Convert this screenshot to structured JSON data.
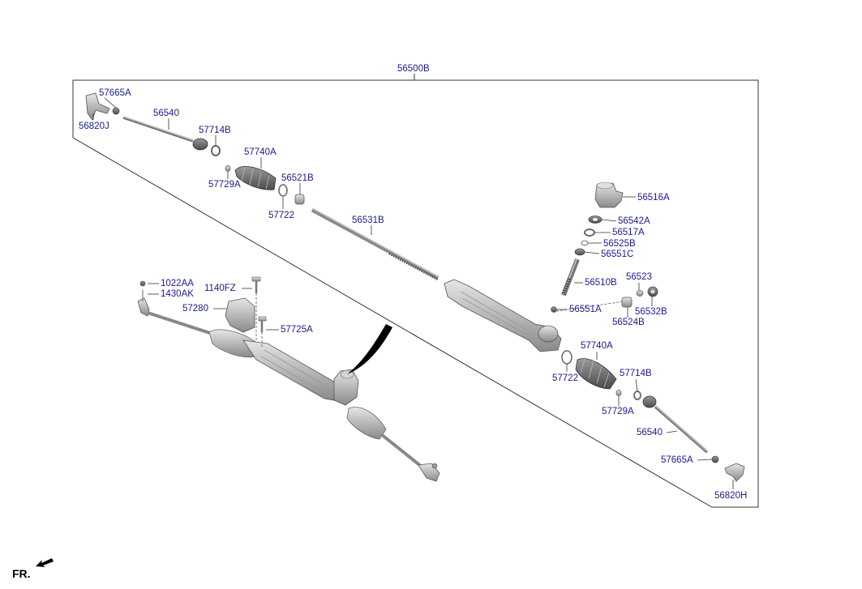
{
  "assembly_label": "56500B",
  "direction_label": "FR.",
  "labels": {
    "p57665A_top": "57665A",
    "p56820J": "56820J",
    "p56540_top": "56540",
    "p57714B_top": "57714B",
    "p57740A_top": "57740A",
    "p57729A_top": "57729A",
    "p56521B": "56521B",
    "p57722_top": "57722",
    "p56531B": "56531B",
    "p56516A": "56516A",
    "p56542A": "56542A",
    "p56517A": "56517A",
    "p56525B": "56525B",
    "p56551C": "56551C",
    "p56510B": "56510B",
    "p56523": "56523",
    "p56532B": "56532B",
    "p56551A": "56551A",
    "p56524B": "56524B",
    "p57740A_bot": "57740A",
    "p57722_bot": "57722",
    "p57714B_bot": "57714B",
    "p57729A_bot": "57729A",
    "p56540_bot": "56540",
    "p57665A_bot": "57665A",
    "p56820H": "56820H",
    "p1022AA": "1022AA",
    "p1430AK": "1430AK",
    "p1140FZ": "1140FZ",
    "p57280": "57280",
    "p57725A": "57725A"
  }
}
